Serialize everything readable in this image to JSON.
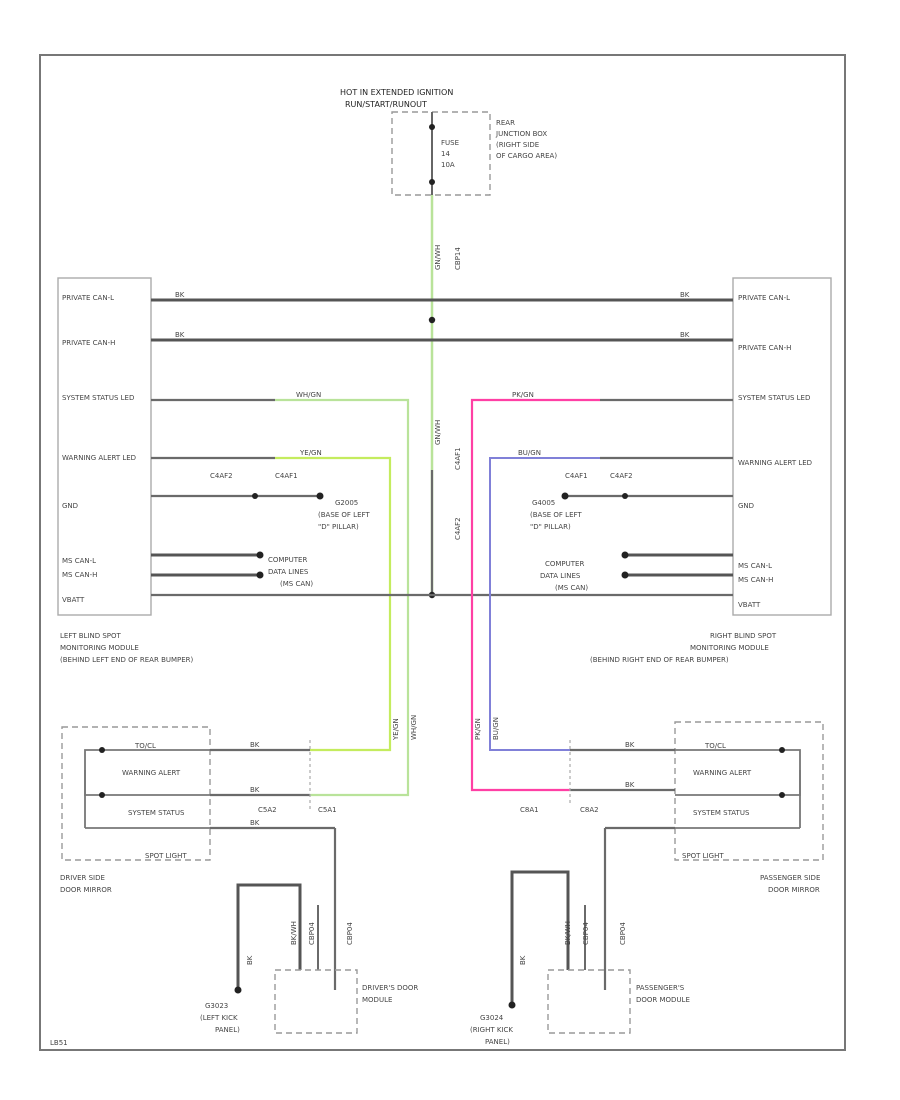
{
  "fuse_block": {
    "header": "HOT IN EXTENDED IGNITION",
    "header2": "RUN/START/RUNOUT",
    "fuse_label": "FUSE",
    "fuse_number": "14",
    "fuse_amp": "10A",
    "location": [
      "REAR",
      "JUNCTION BOX",
      "(RIGHT SIDE",
      "OF CARGO AREA)"
    ],
    "feed_wire_color": "GN/WH",
    "feed_wire_circuit": "CBP14"
  },
  "splice_labels": {
    "left_bottom": "C4AF2",
    "left_top": "C4AF1"
  },
  "left_module": {
    "pins": [
      "PRIVATE CAN-L",
      "PRIVATE CAN-H",
      "SYSTEM STATUS LED",
      "WARNING ALERT LED",
      "GND",
      "MS CAN-L",
      "MS CAN-H",
      "VBATT"
    ],
    "wire_color": "BK",
    "connector_labels": [
      "C4AF2",
      "C4AF1"
    ],
    "ground": [
      "G2005",
      "(BASE OF LEFT",
      "\"D\" PILLAR)"
    ],
    "computer": [
      "COMPUTER",
      "DATA LINES",
      "(MS CAN)"
    ],
    "name": [
      "LEFT BLIND SPOT",
      "MONITORING MODULE",
      "(BEHIND LEFT END OF REAR BUMPER)"
    ],
    "status_wire": "WH/GN",
    "warning_wire": "YE/GN"
  },
  "right_module": {
    "pins": [
      "PRIVATE CAN-L",
      "PRIVATE CAN-H",
      "SYSTEM STATUS LED",
      "WARNING ALERT LED",
      "GND",
      "MS CAN-L",
      "MS CAN-H",
      "VBATT"
    ],
    "wire_color": "BK",
    "connector_labels": [
      "C4AF1",
      "C4AF2"
    ],
    "ground": [
      "G4005",
      "(BASE OF LEFT",
      "\"D\" PILLAR)"
    ],
    "computer": [
      "COMPUTER",
      "DATA LINES",
      "(MS CAN)"
    ],
    "name": [
      "RIGHT BLIND SPOT",
      "MONITORING MODULE",
      "(BEHIND RIGHT END OF REAR BUMPER)"
    ],
    "status_wire": "PK/GN",
    "warning_wire": "BU/GN"
  },
  "left_mirror": {
    "rows": [
      "TO/CL",
      "WARNING ALERT",
      "SYSTEM STATUS"
    ],
    "connectors": [
      "C5A2",
      "C5A1"
    ],
    "badge": "SPOT LIGHT",
    "name": [
      "DRIVER SIDE",
      "DOOR MIRROR"
    ],
    "wire_color": "BK"
  },
  "right_mirror": {
    "rows": [
      "TO/CL",
      "WARNING ALERT",
      "SYSTEM STATUS"
    ],
    "connectors": [
      "C8A1",
      "C8A2"
    ],
    "badge": "SPOT LIGHT",
    "name": [
      "PASSENGER SIDE",
      "DOOR MIRROR"
    ],
    "wire_color": "BK"
  },
  "left_door": {
    "ground": [
      "G3023",
      "(LEFT KICK",
      "PANEL)"
    ],
    "module": [
      "DRIVER'S DOOR",
      "MODULE"
    ],
    "wire_labels": [
      "BK",
      "BK",
      "BK/WH",
      "CBP04"
    ]
  },
  "right_door": {
    "ground": [
      "G3024",
      "(RIGHT KICK",
      "PANEL)"
    ],
    "module": [
      "PASSENGER'S",
      "DOOR MODULE"
    ],
    "wire_labels": [
      "BK",
      "BK",
      "BK/WH",
      "CBP04"
    ]
  },
  "diagram_code": "LB51",
  "colors": {
    "green_wire": "#b9e39a",
    "yellow_green_wire": "#c4ec5e",
    "pink_wire": "#ff3fa4",
    "blue_wire": "#8080d8",
    "gray_wire": "#6a6a6a"
  }
}
